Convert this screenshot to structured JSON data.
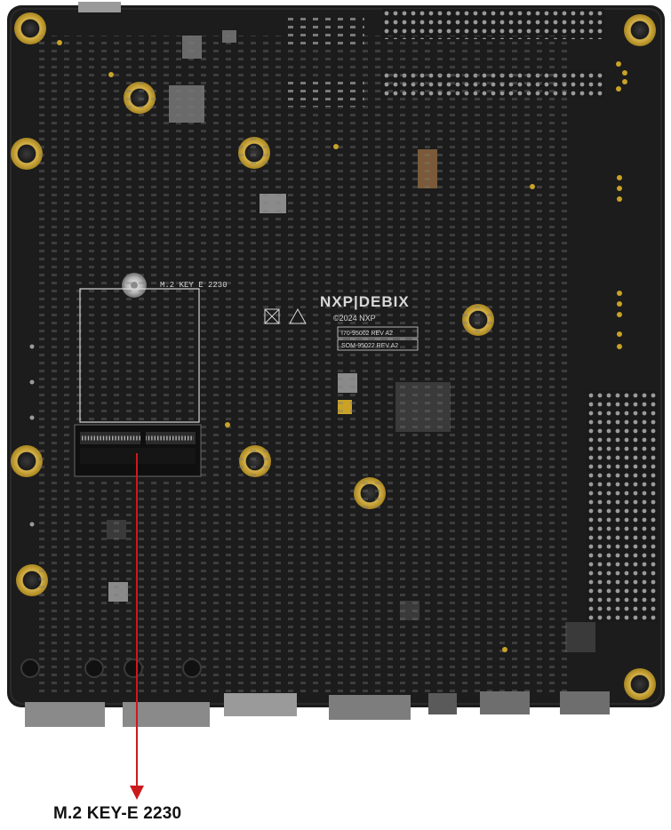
{
  "colors": {
    "pcb": "#1c1c1c",
    "silkscreen": "#d8d8d8",
    "gold": "#c9a227",
    "arrow": "#cc1a1a",
    "label": "#111111"
  },
  "silkscreen": {
    "slot_label": "M.2 KEY E 2230",
    "brand": "NXP|DEBIX",
    "copyright": "©2024 NXP",
    "rev1": "I70-95002 REV A2",
    "rev2": "SOM-95022 REV A2"
  },
  "callout": {
    "label": "M.2 KEY-E 2230"
  }
}
